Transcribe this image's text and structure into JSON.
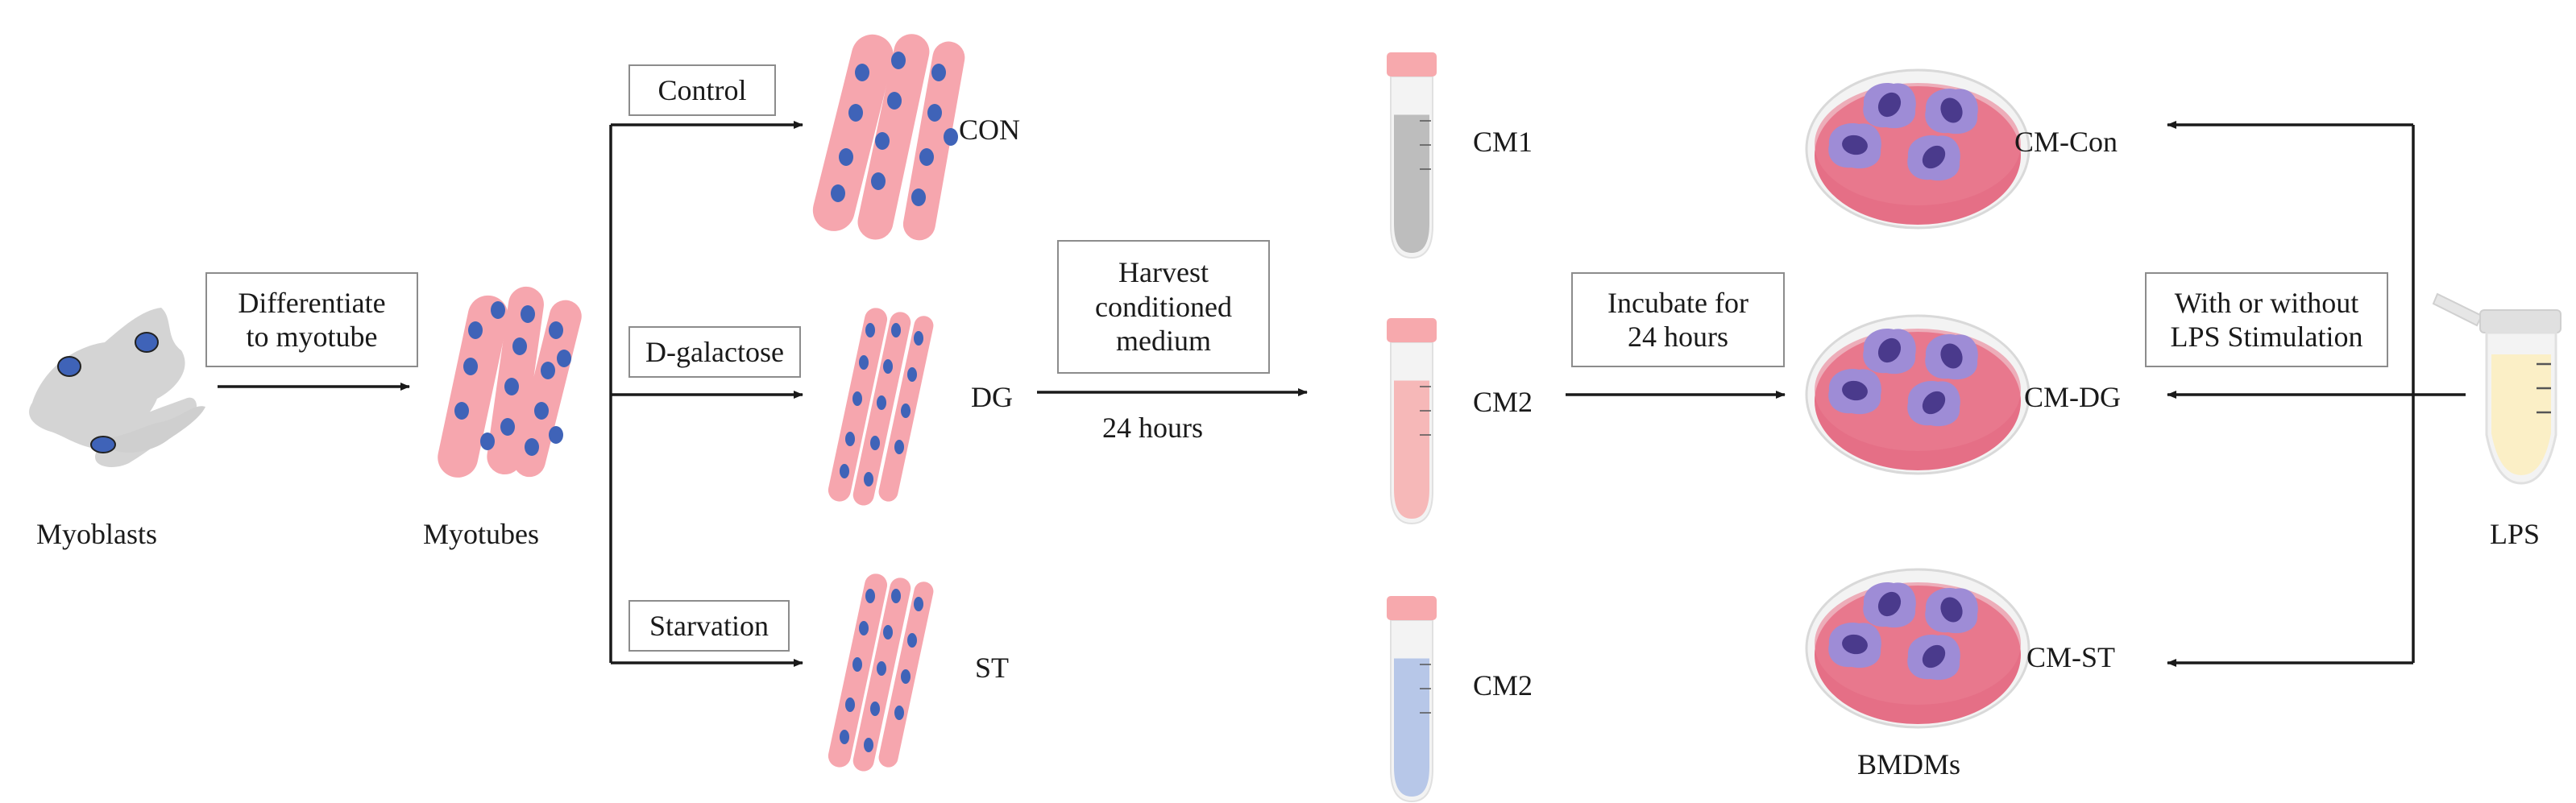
{
  "labels": {
    "myoblasts": "Myoblasts",
    "myotubes": "Myotubes",
    "con": "CON",
    "dg": "DG",
    "st": "ST",
    "cm1": "CM1",
    "cm2a": "CM2",
    "cm2b": "CM2",
    "cm_con": "CM-Con",
    "cm_dg": "CM-DG",
    "cm_st": "CM-ST",
    "bmdms": "BMDMs",
    "lps": "LPS",
    "hours24": "24 hours"
  },
  "boxes": {
    "differentiate": [
      "Differentiate",
      "to myotube"
    ],
    "control": "Control",
    "dgal": "D-galactose",
    "starvation": "Starvation",
    "harvest": [
      "Harvest",
      "conditioned",
      "medium"
    ],
    "incubate": [
      "Incubate for",
      "24 hours"
    ],
    "lps_stim": [
      "With or without",
      "LPS Stimulation"
    ]
  },
  "colors": {
    "tube_cap": "#f7a9ad",
    "cm1_liquid": "#bdbdbd",
    "cm2_pink_liquid": "#f6b8b8",
    "cm2_blue_liquid": "#b7c7e8",
    "lps_liquid": "#fbefc6",
    "dish": "#e56f86",
    "cell": "#9e8cd6",
    "nucleus": "#4a3a8c",
    "myotube": "#f6a6ae",
    "myotube_nucleus": "#3f63b8",
    "myoblast": "#d4d4d4"
  }
}
